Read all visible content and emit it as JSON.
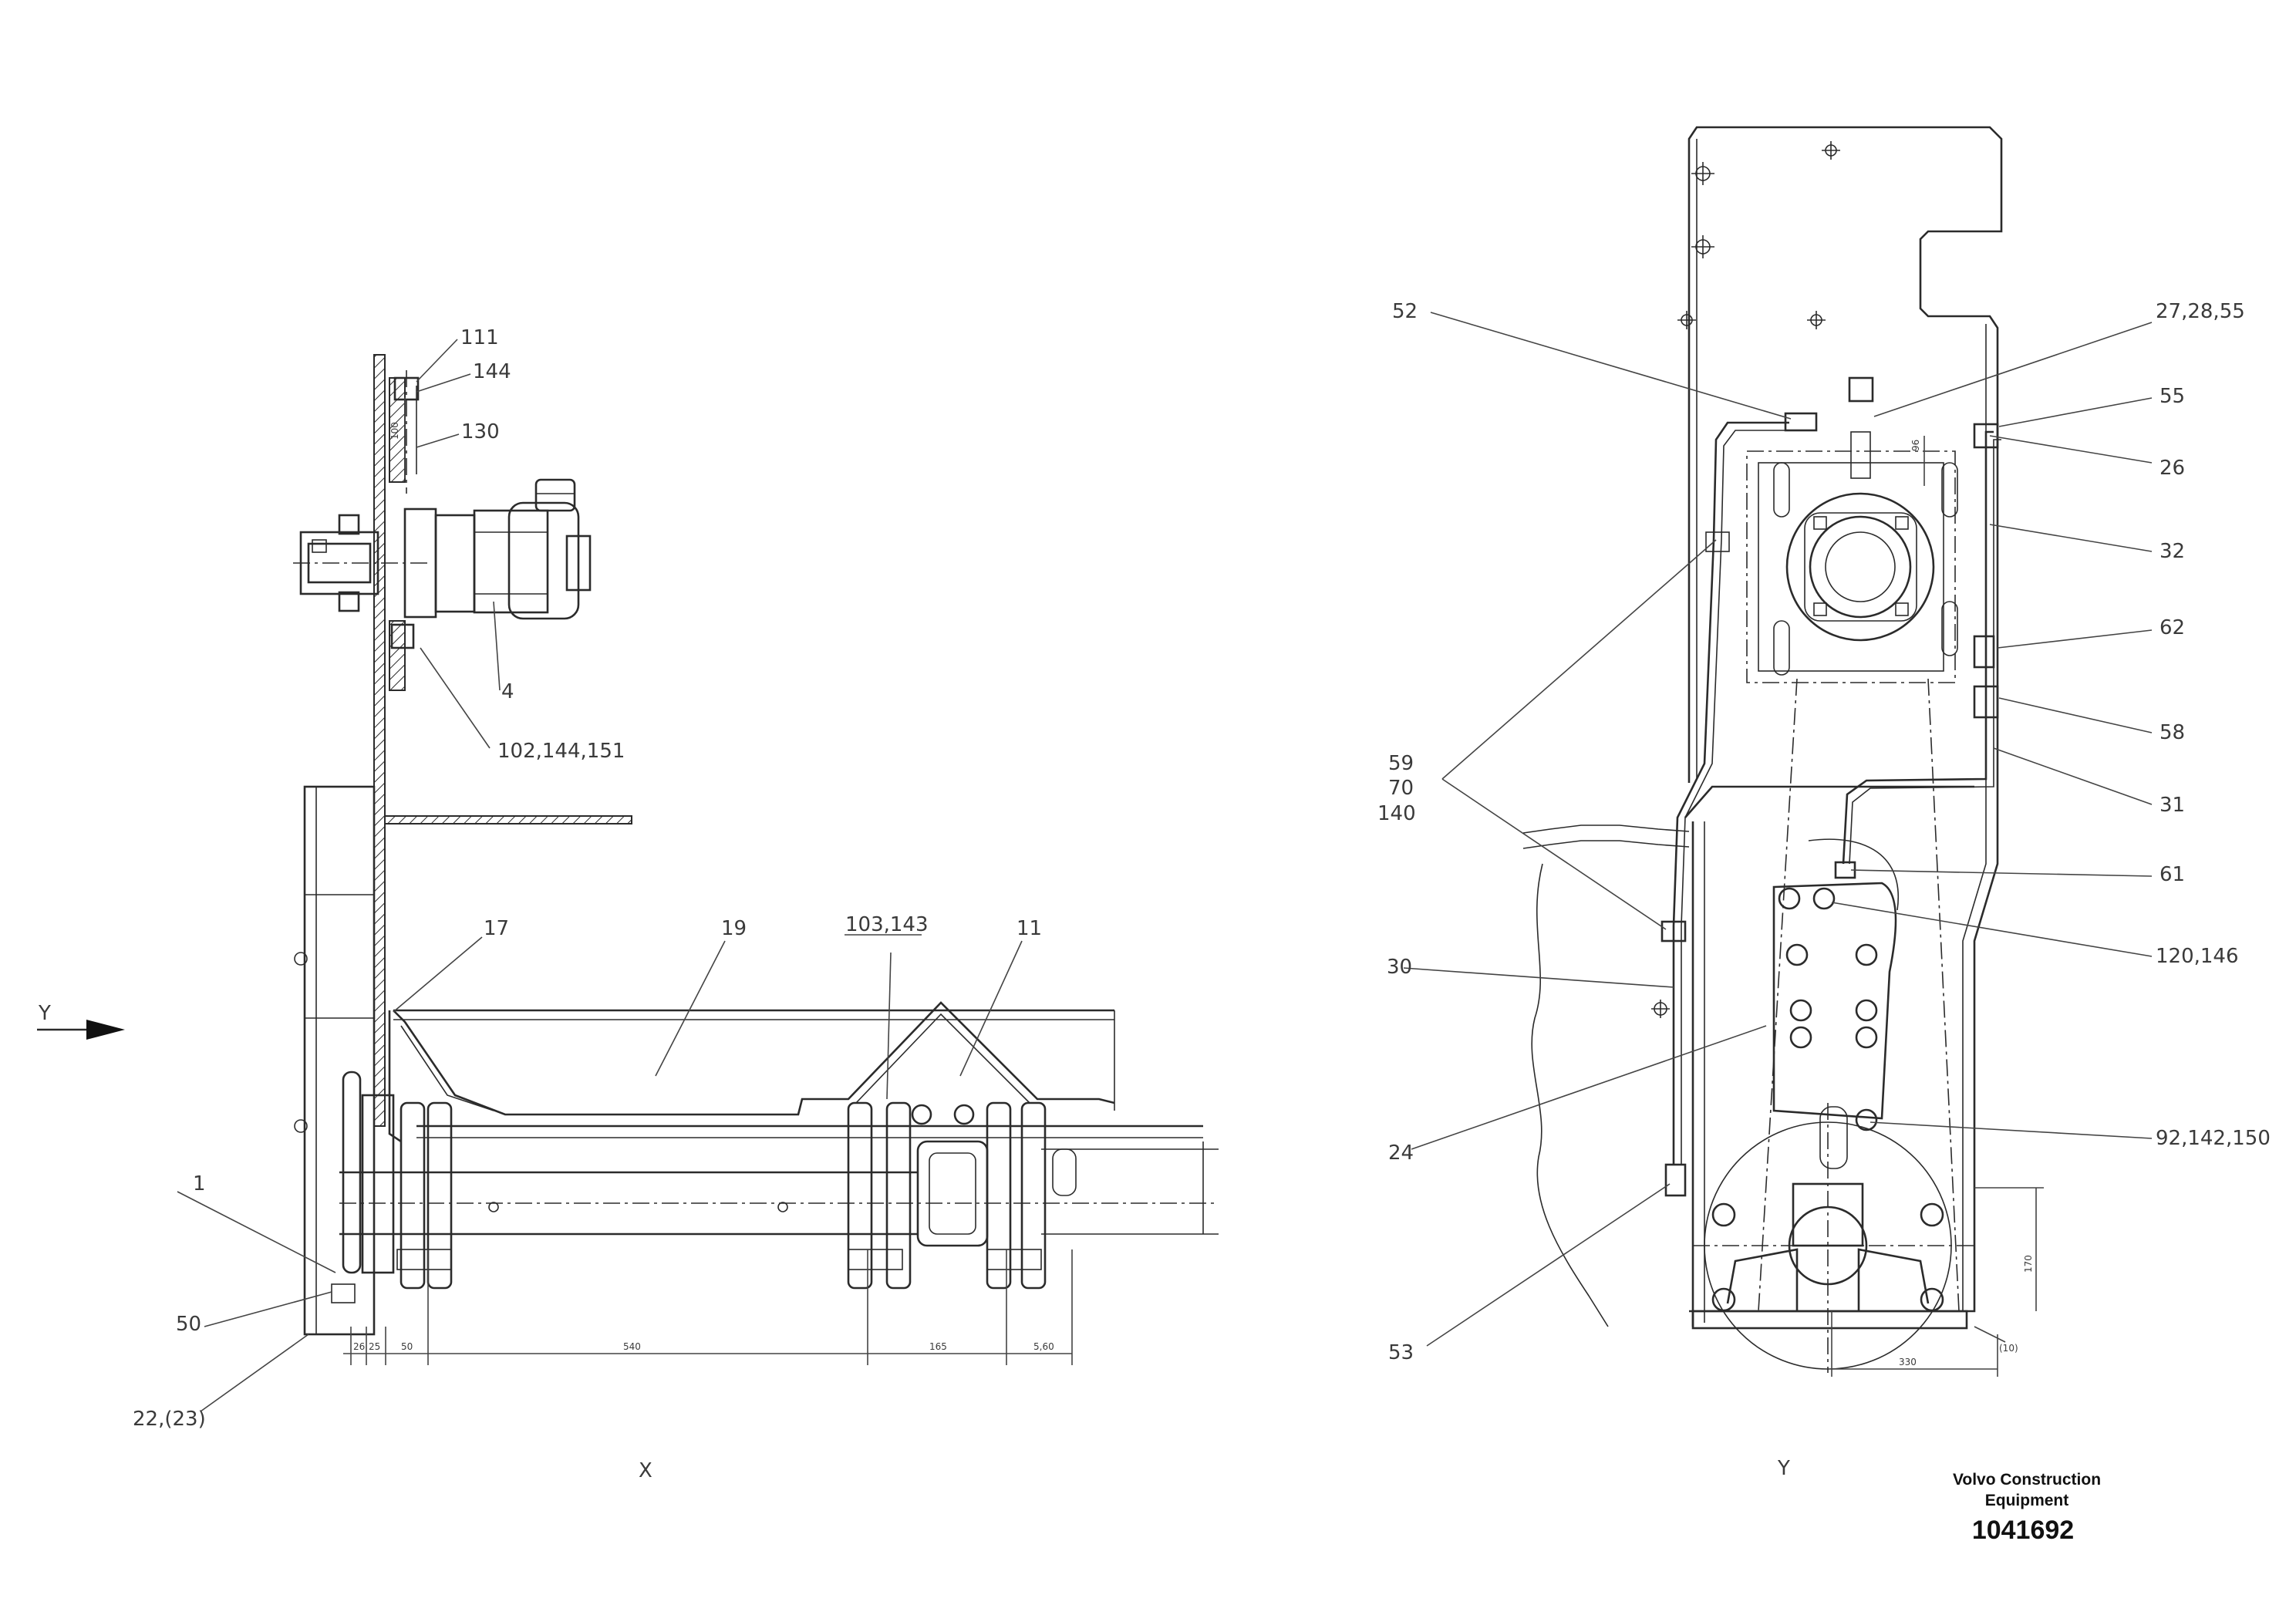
{
  "drawing": {
    "view_labels": {
      "left": "X",
      "right": "Y"
    },
    "direction_arrow": "Y",
    "company": {
      "line1": "Volvo Construction",
      "line2": "Equipment"
    },
    "drawing_number": "1041692",
    "callouts_left": {
      "c111": "111",
      "c144": "144",
      "c130": "130",
      "c4": "4",
      "c102": "102,144,151",
      "c17": "17",
      "c19": "19",
      "c103": "103,143",
      "c11": "11",
      "c1": "1",
      "c50": "50",
      "c22": "22,(23)"
    },
    "callouts_right": {
      "c52": "52",
      "c272855": "27,28,55",
      "c55": "55",
      "c26": "26",
      "c32": "32",
      "c62": "62",
      "c58": "58",
      "c31": "31",
      "c59": "59",
      "c70": "70",
      "c140": "140",
      "c61": "61",
      "c30": "30",
      "c120": "120,146",
      "c24": "24",
      "c92": "92,142,150",
      "c53": "53"
    },
    "dimensions_left": {
      "d100": "100",
      "d26": "26",
      "d25": "25",
      "d50": "50",
      "d540": "540",
      "d165": "165",
      "d560": "5,60"
    },
    "dimensions_right": {
      "d96": "96",
      "d170": "170",
      "d10": "(10)",
      "d330": "330"
    }
  }
}
